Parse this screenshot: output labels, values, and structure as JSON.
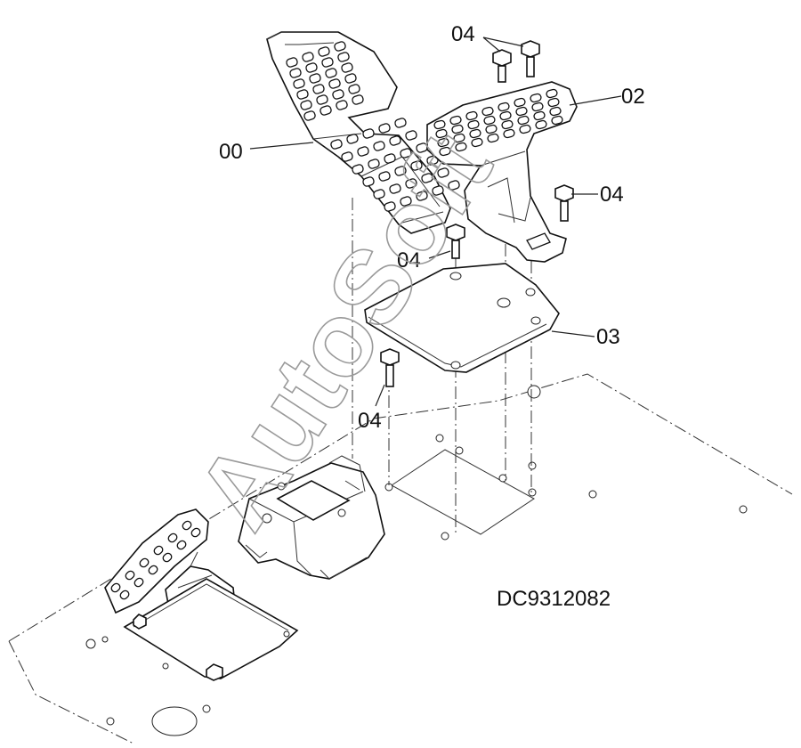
{
  "labels": {
    "pedal_left": "00",
    "pedal_right": "02",
    "plate": "03",
    "bolt_top": "04",
    "bolt_right": "04",
    "bolt_mid": "04",
    "bolt_bottom": "04"
  },
  "drawing_code": "DC9312082",
  "watermark": "AutoSoft"
}
